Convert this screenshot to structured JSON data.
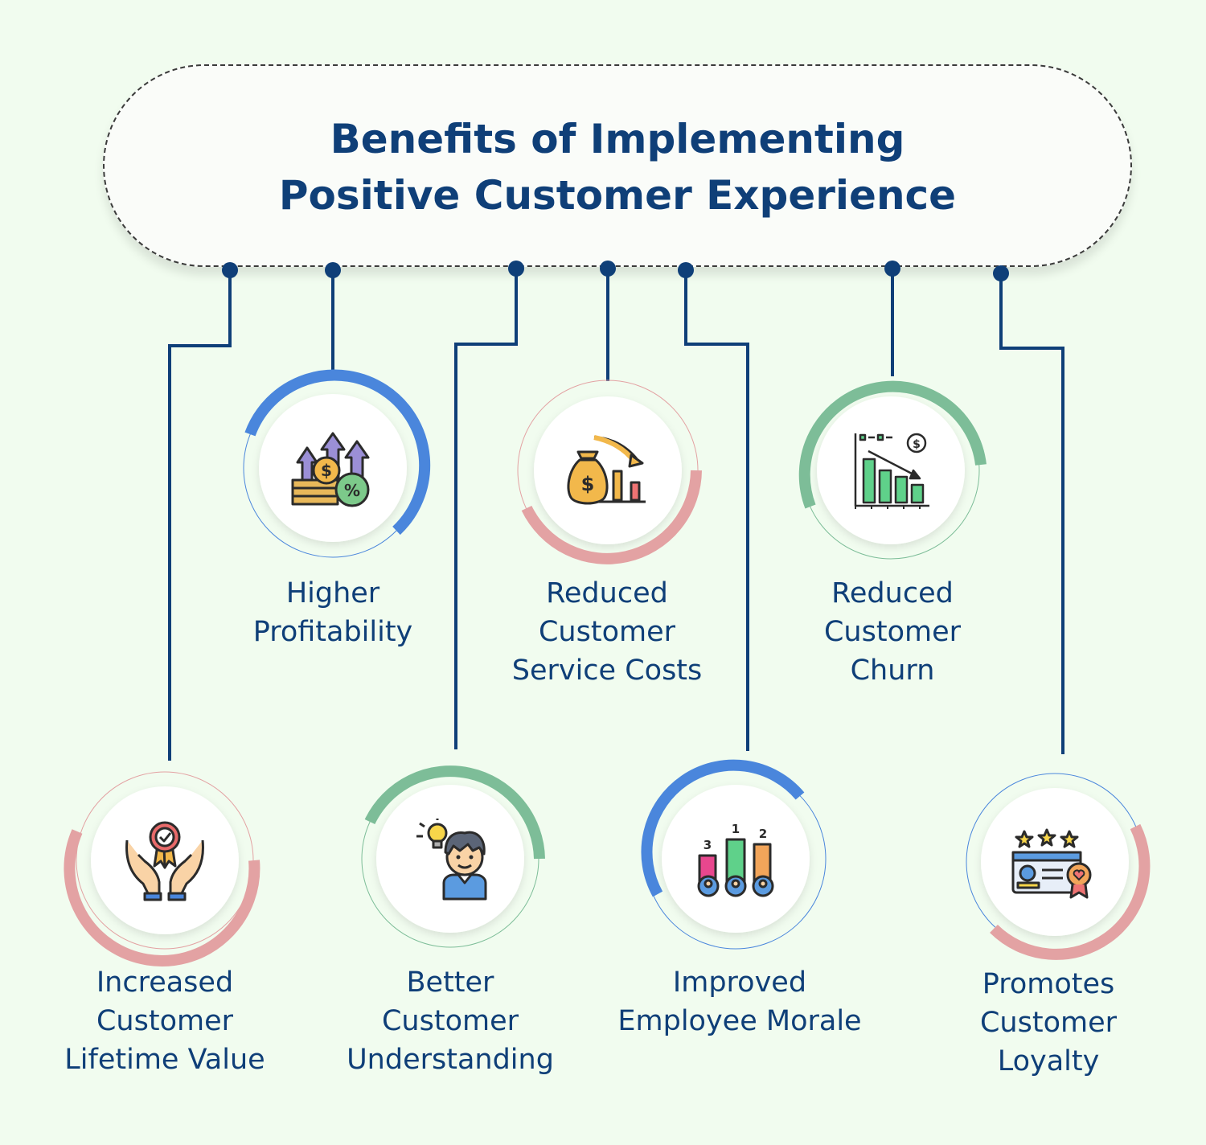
{
  "title": {
    "line1": "Benefits of Implementing",
    "line2": "Positive Customer Experience"
  },
  "colors": {
    "navy": "#0f3f78",
    "blue_arc": "#4a86dc",
    "pink_arc": "#e3a2a3",
    "green_arc": "#7dbd98",
    "background": "#f1fcef"
  },
  "benefits": [
    {
      "label_lines": [
        "Increased",
        "Customer",
        "Lifetime Value"
      ],
      "icon": "hands-award-icon",
      "arc_color": "pink"
    },
    {
      "label_lines": [
        "Higher",
        "Profitability"
      ],
      "icon": "profit-growth-icon",
      "arc_color": "blue"
    },
    {
      "label_lines": [
        "Better",
        "Customer",
        "Understanding"
      ],
      "icon": "idea-person-icon",
      "arc_color": "green"
    },
    {
      "label_lines": [
        "Reduced",
        "Customer",
        "Service Costs"
      ],
      "icon": "money-bag-decline-icon",
      "arc_color": "pink"
    },
    {
      "label_lines": [
        "Improved",
        "Employee Morale"
      ],
      "icon": "ranking-podium-icon",
      "arc_color": "blue"
    },
    {
      "label_lines": [
        "Reduced",
        "Customer",
        "Churn"
      ],
      "icon": "declining-chart-icon",
      "arc_color": "green"
    },
    {
      "label_lines": [
        "Promotes",
        "Customer",
        "Loyalty"
      ],
      "icon": "loyalty-card-icon",
      "arc_color": "pink"
    }
  ]
}
